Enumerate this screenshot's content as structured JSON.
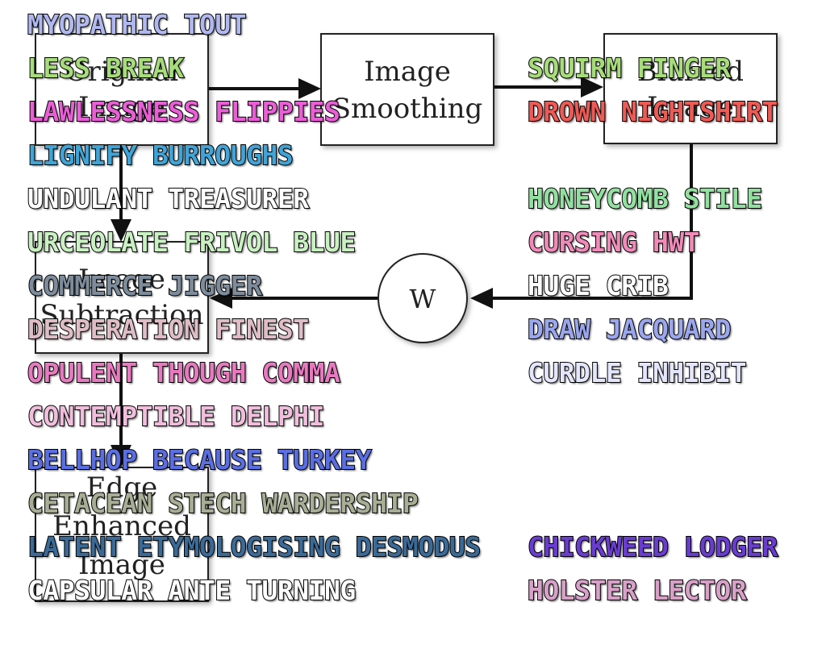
{
  "diagram": {
    "boxes": {
      "original": [
        "Original",
        "Image"
      ],
      "smoothing": [
        "Image",
        "Smoothing"
      ],
      "blurred": [
        "Blurred",
        "Image"
      ],
      "subtraction": [
        "Image",
        "Subtraction"
      ],
      "edge": [
        "Edge",
        "Enhanced",
        "Image"
      ]
    },
    "weight_node": "W"
  },
  "overlay": {
    "left": [
      {
        "text": "MYOPATHIC TOUT",
        "color": "#b0b8f0"
      },
      {
        "text": "LESS BREAK",
        "color": "#a6dc7a"
      },
      {
        "text": "LAWLESSNESS FLIPPIES",
        "color": "#ea5ed6"
      },
      {
        "text": "LIGNIFY BURROUGHS",
        "color": "#3fa4d8"
      },
      {
        "text": "UNDULANT TREASURER",
        "color": "#ffffff"
      },
      {
        "text": "URCEOLATE FRIVOL BLUE",
        "color": "#c9f0c2"
      },
      {
        "text": "COMMERCE JIGGER",
        "color": "#7d8c9c"
      },
      {
        "text": "DESPERATION FINEST",
        "color": "#dfbcc6"
      },
      {
        "text": "OPULENT THOUGH COMMA",
        "color": "#e879c0"
      },
      {
        "text": "CONTEMPTIBLE DELPHI",
        "color": "#f0bedc"
      },
      {
        "text": "BELLHOP BECAUSE TURKEY",
        "color": "#5a6ee2"
      },
      {
        "text": "CETACEAN STECH WARDERSHIP",
        "color": "#a7ae94"
      },
      {
        "text": "LATENT ETYMOLOGISING DESMODUS",
        "color": "#3a6a98"
      },
      {
        "text": "CAPSULAR ANTE TURNING",
        "color": "#ffffff"
      }
    ],
    "right_top": [
      {
        "text": "SQUIRM FINGER",
        "color": "#a6dc7a"
      },
      {
        "text": "DROWN NIGHTSHIRT",
        "color": "#ee5a55"
      }
    ],
    "right_mid": [
      {
        "text": "HONEYCOMB STILE",
        "color": "#92e0a0"
      },
      {
        "text": "CURSING HWT",
        "color": "#f08ab8"
      },
      {
        "text": "HUGE CRIB",
        "color": "#ffffff"
      },
      {
        "text": "DRAW JACQUARD",
        "color": "#9aa6ee"
      },
      {
        "text": "CURDLE INHIBIT",
        "color": "#e4e6ff"
      }
    ],
    "right_bottom": [
      {
        "text": "CHICKWEED LODGER",
        "color": "#6a3cd2"
      },
      {
        "text": "HOLSTER LECTOR",
        "color": "#d8a0c8"
      }
    ]
  }
}
